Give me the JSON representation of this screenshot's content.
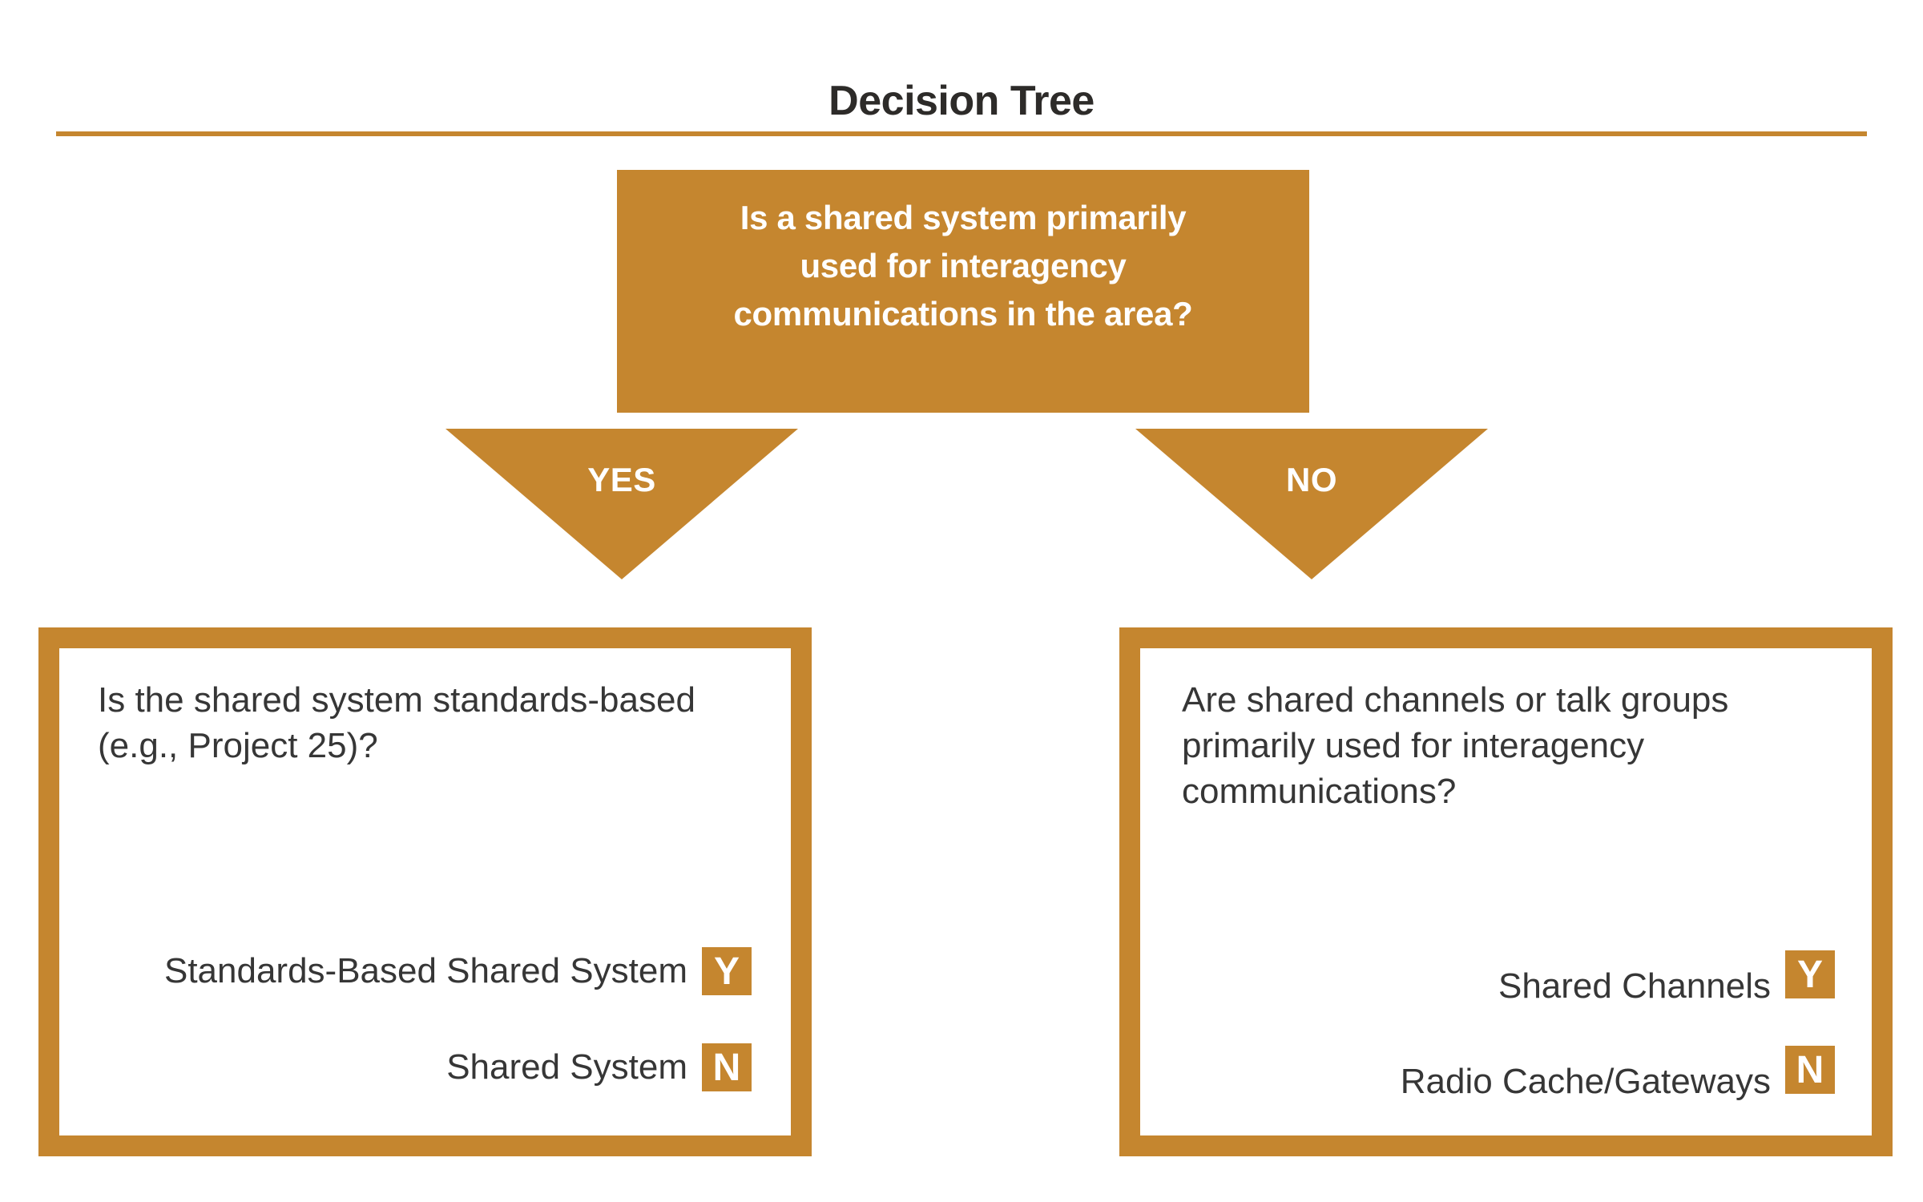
{
  "page": {
    "title": "Decision Tree"
  },
  "colors": {
    "accent_orange": "#C5862F",
    "title_text": "#2D2B29",
    "body_text": "#363636",
    "box_text": "#FFFFFF",
    "background": "#FFFFFF"
  },
  "root_question": {
    "lines": [
      "Is a shared system primarily",
      "used for interagency",
      "communications in the area?"
    ]
  },
  "branches": {
    "yes_label": "YES",
    "no_label": "NO"
  },
  "left_box": {
    "question_lines": [
      "Is the shared system standards-based",
      "(e.g., Project 25)?"
    ],
    "answers": [
      {
        "label": "Standards-Based Shared System",
        "badge": "Y"
      },
      {
        "label": "Shared System",
        "badge": "N"
      }
    ]
  },
  "right_box": {
    "question_lines": [
      "Are shared channels or talk groups",
      "primarily used for interagency",
      "communications?"
    ],
    "answers": [
      {
        "label": "Shared Channels",
        "badge": "Y"
      },
      {
        "label": "Radio Cache/Gateways",
        "badge": "N"
      }
    ]
  }
}
